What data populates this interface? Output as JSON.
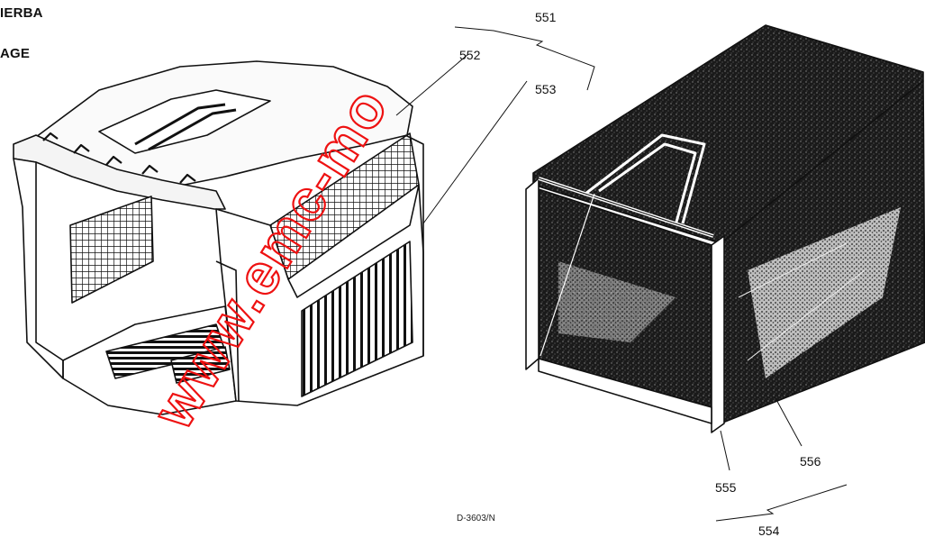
{
  "header": {
    "line1": "IERBA",
    "line2": "AGE"
  },
  "callouts": {
    "c551": "551",
    "c552": "552",
    "c553": "553",
    "c554": "554",
    "c555": "555",
    "c556": "556"
  },
  "drawing_code": "D-3603/N",
  "watermark": "www.emc-mo",
  "colors": {
    "ink": "#111111",
    "watermark": "#ee1111",
    "background": "#ffffff"
  }
}
